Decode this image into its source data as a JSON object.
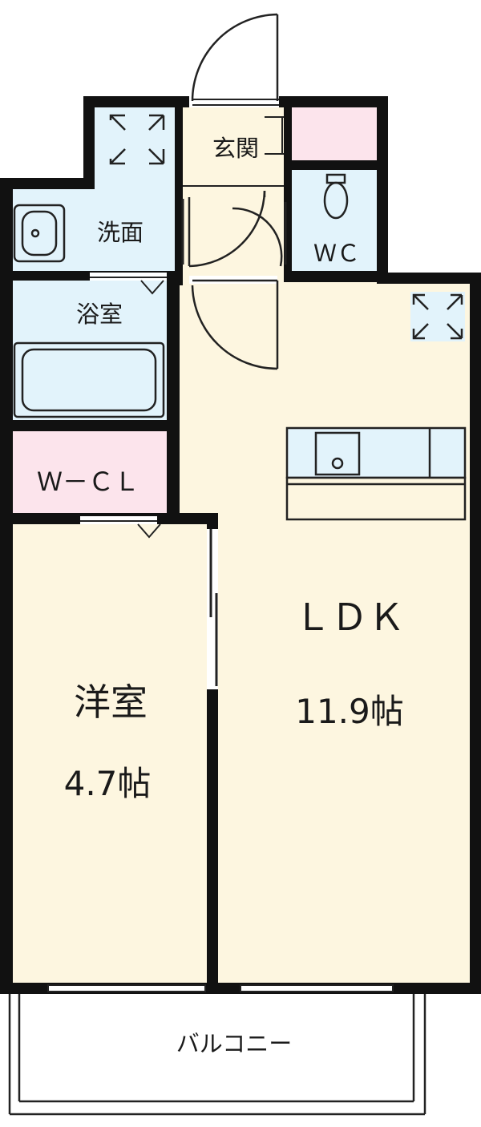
{
  "floor_plan": {
    "rooms": {
      "genkan": {
        "label": "玄関"
      },
      "senmen": {
        "label": "洗面"
      },
      "wc": {
        "label": "ＷＣ"
      },
      "yokushitsu": {
        "label": "浴室"
      },
      "wcl": {
        "label": "Ｗ－ＣＬ"
      },
      "youshitsu": {
        "label": "洋室",
        "size": "4.7帖"
      },
      "ldk": {
        "label": "ＬＤＫ",
        "size": "11.9帖"
      },
      "balcony": {
        "label": "バルコニー"
      }
    },
    "colors": {
      "wall": "#111111",
      "floor": "#fdf6e0",
      "wet_area": "#e2f3fb",
      "storage": "#fce4ec",
      "balcony": "#ffffff"
    }
  }
}
